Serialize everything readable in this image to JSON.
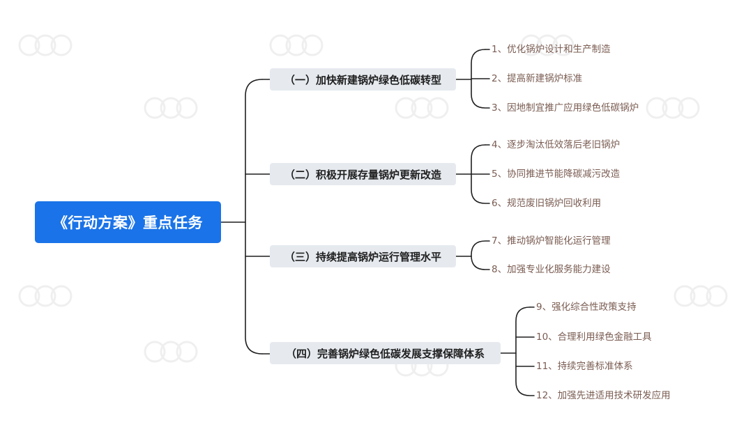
{
  "root": {
    "label": "《行动方案》重点任务"
  },
  "branches": [
    {
      "label": "（一）加快新建锅炉绿色低碳转型"
    },
    {
      "label": "（二）积极开展存量锅炉更新改造"
    },
    {
      "label": "（三）持续提高锅炉运行管理水平"
    },
    {
      "label": "（四）完善锅炉绿色低碳发展支撑保障体系"
    }
  ],
  "leaves": [
    "1、优化锅炉设计和生产制造",
    "2、提高新建锅炉标准",
    "3、因地制宜推广应用绿色低碳锅炉",
    "4、逐步淘汰低效落后老旧锅炉",
    "5、协同推进节能降碳减污改造",
    "6、规范废旧锅炉回收利用",
    "7、推动锅炉智能化运行管理",
    "8、加强专业化服务能力建设",
    "9、强化综合性政策支持",
    "10、合理利用绿色金融工具",
    "11、持续完善标准体系",
    "12、加强先进适用技术研发应用"
  ],
  "colors": {
    "root_bg": "#1a73e8",
    "branch_bg": "#e6eaef",
    "leaf_text": "#7a5c52",
    "connector": "#1f1f1f"
  }
}
